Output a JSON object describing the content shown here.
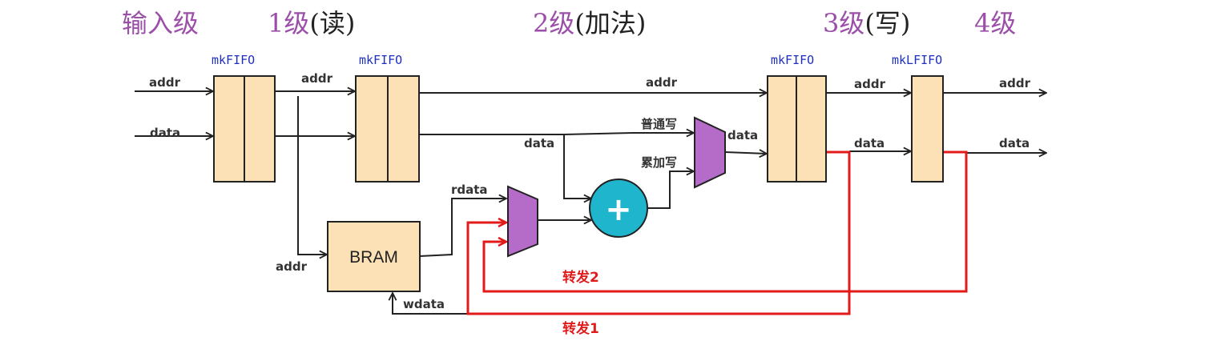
{
  "stages": {
    "input": "输入级",
    "s1": {
      "num": "1级",
      "paren": "(读)"
    },
    "s2": {
      "num": "2级",
      "paren": "(加法)"
    },
    "s3": {
      "num": "3级",
      "paren": "(写)"
    },
    "s4": "4级"
  },
  "modules": {
    "fifo_in": "mkFIFO",
    "fifo_s1": "mkFIFO",
    "fifo_s3": "mkFIFO",
    "lfifo_s4": "mkLFIFO",
    "bram": "BRAM",
    "adder": "+"
  },
  "signals": {
    "addr_in": "addr",
    "data_in": "data",
    "addr_s1": "addr",
    "addr_bram": "addr",
    "addr_s2": "addr",
    "addr_s3": "addr",
    "addr_out": "addr",
    "data_s2": "data",
    "data_mux_out": "data",
    "data_s3": "data",
    "data_out": "data",
    "rdata": "rdata",
    "wdata": "wdata",
    "normal_write": "普通写",
    "accum_write": "累加写"
  },
  "forwarding": {
    "path1": "转发1",
    "path2": "转发2"
  },
  "colors": {
    "stage_label": "#9b4fa8",
    "module_label": "#1f2fbf",
    "block_fill": "#fde1b6",
    "mux_fill": "#b56bc8",
    "adder_fill": "#1fb5cc",
    "forward_path": "#e21a1a"
  }
}
